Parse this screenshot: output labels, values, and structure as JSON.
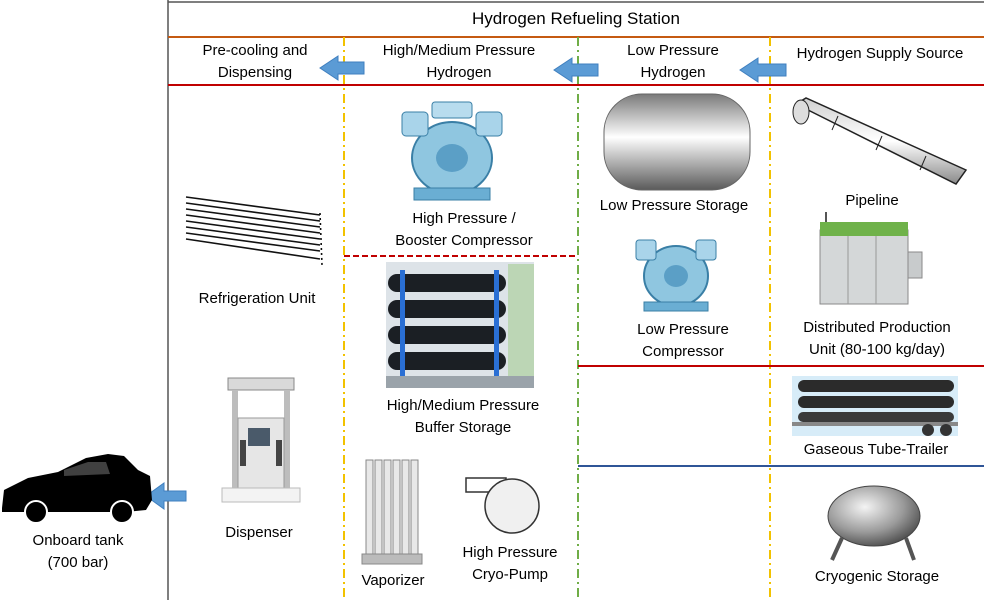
{
  "title": "Hydrogen Refueling Station",
  "columns": {
    "precooling": [
      "Pre-cooling and",
      "Dispensing"
    ],
    "high_medium": [
      "High/Medium Pressure",
      "Hydrogen"
    ],
    "low": [
      "Low Pressure",
      "Hydrogen"
    ],
    "supply": [
      "Hydrogen Supply Source"
    ]
  },
  "components": {
    "refrigeration_unit": [
      "Refrigeration Unit"
    ],
    "dispenser": [
      "Dispenser"
    ],
    "hp_compressor": [
      "High Pressure /",
      "Booster Compressor"
    ],
    "buffer_storage": [
      "High/Medium Pressure",
      "Buffer Storage"
    ],
    "vaporizer": [
      "Vaporizer"
    ],
    "cryo_pump": [
      "High Pressure",
      "Cryo-Pump"
    ],
    "lp_storage": [
      "Low Pressure Storage"
    ],
    "lp_compressor": [
      "Low Pressure",
      "Compressor"
    ],
    "pipeline": [
      "Pipeline"
    ],
    "distributed_unit": [
      "Distributed Production",
      "Unit (80-100 kg/day)"
    ],
    "tube_trailer": [
      "Gaseous Tube-Trailer"
    ],
    "cryogenic_storage": [
      "Cryogenic Storage"
    ]
  },
  "vehicle": [
    "Onboard tank",
    "(700 bar)"
  ],
  "colors": {
    "arrow": "#5b9bd5",
    "header_line": "#c55a11",
    "red_line": "#c00000",
    "yellow_divider": "#f2c200",
    "green_divider": "#70ad47",
    "blue_line": "#2f5597"
  }
}
